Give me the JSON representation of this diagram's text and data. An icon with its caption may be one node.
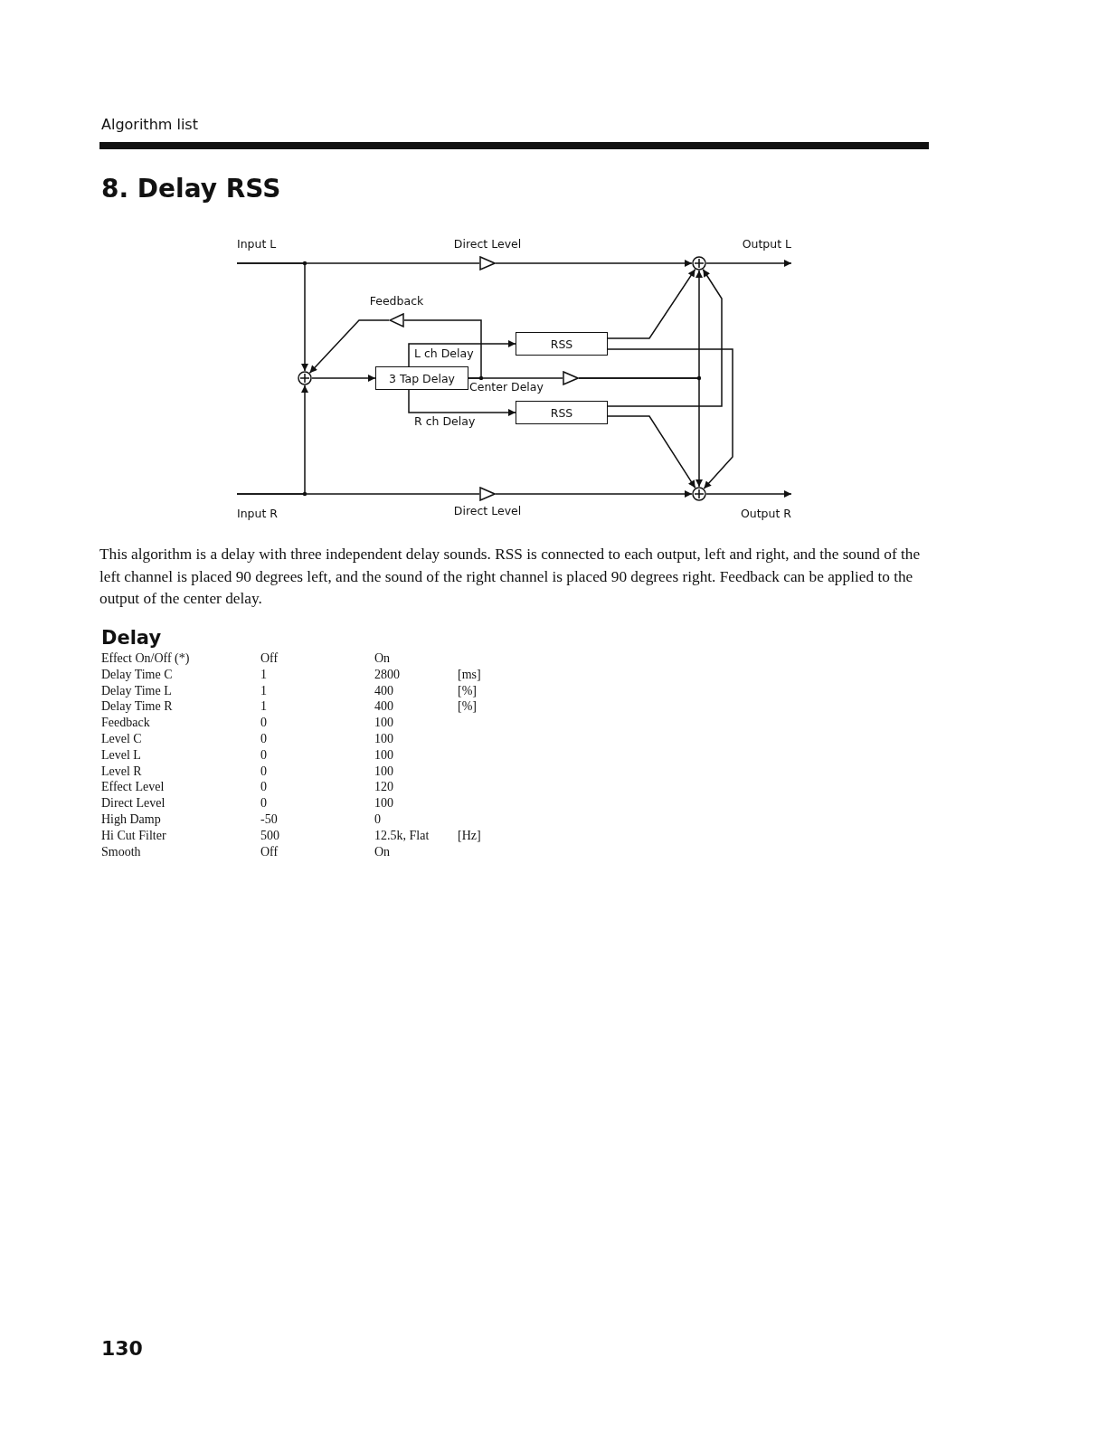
{
  "diagram": {
    "title": "8. Delay RSS",
    "nodes": [
      {
        "text": [
          "Input L"
        ]
      },
      {
        "text": [
          "Input R"
        ]
      },
      {
        "text": [],
        "shape": "circle"
      },
      {
        "text": [
          "3 Tap Delay"
        ]
      },
      {
        "text": [
          "RSS"
        ]
      },
      {
        "text": [
          "RSS"
        ]
      },
      {
        "text": [],
        "shape": "triangle",
        "beside": [
          "Direct Level"
        ]
      },
      {
        "text": [],
        "shape": "triangle",
        "beside": [
          "Feedback"
        ]
      },
      {
        "text": [],
        "shape": "triangle"
      },
      {
        "text": [],
        "shape": "triangle",
        "beside": [
          "Direct Level"
        ]
      },
      {
        "text": [],
        "shape": "circle"
      },
      {
        "text": [],
        "shape": "circle"
      },
      {
        "text": [
          "Output L"
        ]
      },
      {
        "text": [
          "Output R"
        ]
      }
    ],
    "edges": [
      {
        "from": 0,
        "to": 6,
        "arrow": "none"
      },
      {
        "from": 0,
        "to": 2,
        "arrow": "to"
      },
      {
        "from": 1,
        "to": 9,
        "arrow": "none"
      },
      {
        "from": 1,
        "to": 2,
        "arrow": "to"
      },
      {
        "from": 2,
        "to": 3,
        "arrow": "to"
      },
      {
        "from": 3,
        "to": 4,
        "arrow": "to",
        "label": "L ch Delay"
      },
      {
        "from": 3,
        "to": 5,
        "arrow": "to",
        "label": "R ch Delay"
      },
      {
        "from": 3,
        "to": 8,
        "arrow": "none",
        "label": "Center Delay"
      },
      {
        "from": 3,
        "to": 7,
        "arrow": "none"
      },
      {
        "from": 7,
        "to": 2,
        "arrow": "to"
      },
      {
        "from": 6,
        "to": 10,
        "arrow": "to"
      },
      {
        "from": 9,
        "to": 11,
        "arrow": "to"
      },
      {
        "from": 4,
        "to": 10,
        "arrow": "to"
      },
      {
        "from": 4,
        "to": 11,
        "arrow": "to"
      },
      {
        "from": 5,
        "to": 10,
        "arrow": "to"
      },
      {
        "from": 5,
        "to": 11,
        "arrow": "to"
      },
      {
        "from": 8,
        "to": 10,
        "arrow": "to"
      },
      {
        "from": 8,
        "to": 11,
        "arrow": "to"
      },
      {
        "from": 10,
        "to": 12,
        "arrow": "to"
      },
      {
        "from": 11,
        "to": 13,
        "arrow": "to"
      }
    ],
    "labels": [
      "Algorithm list",
      "This algorithm is a delay with three independent delay sounds. RSS is connected to each output, left and right, and the sound of the left channel is placed 90 degrees left, and the sound of the right channel is placed 90 degrees right. Feedback can be applied to the output of the center delay.",
      "Delay",
      "Effect On/Off (*)",
      "Off",
      "On",
      "Delay Time C",
      "1",
      "2800",
      "[ms]",
      "Delay Time L",
      "1",
      "400",
      "[%]",
      "Delay Time R",
      "1",
      "400",
      "[%]",
      "Feedback",
      "0",
      "100",
      "Level C",
      "0",
      "100",
      "Level L",
      "0",
      "100",
      "Level R",
      "0",
      "100",
      "Effect Level",
      "0",
      "120",
      "Direct Level",
      "0",
      "100",
      "High Damp",
      "-50",
      "0",
      "Hi Cut Filter",
      "500",
      "12.5k, Flat",
      "[Hz]",
      "Smooth",
      "Off",
      "On",
      "130"
    ]
  }
}
